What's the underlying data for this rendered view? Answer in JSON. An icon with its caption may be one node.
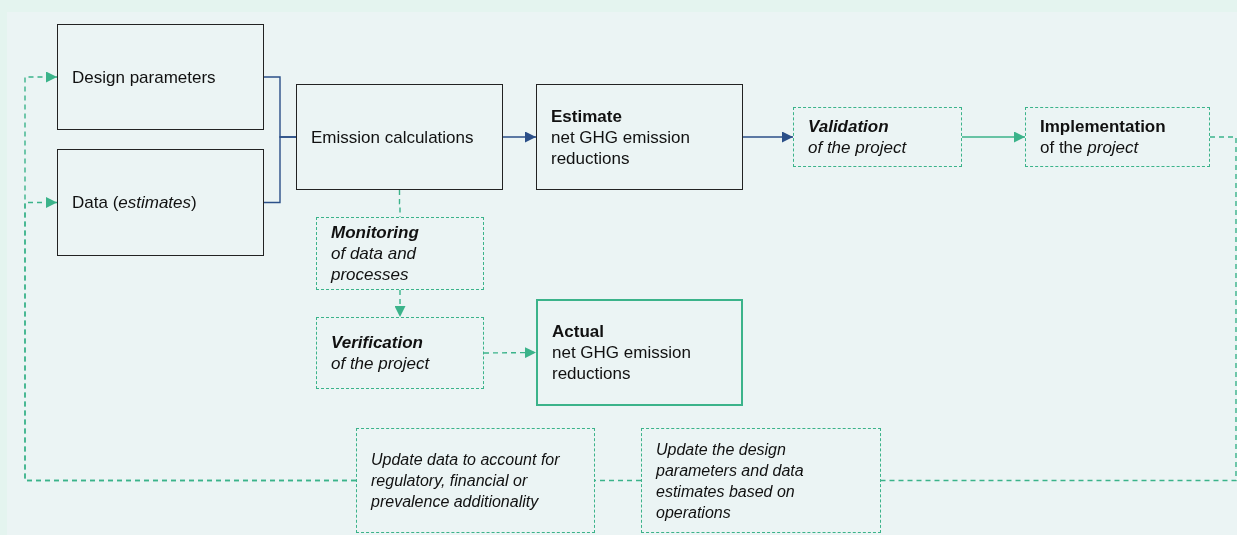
{
  "diagram": {
    "nodes": [
      {
        "text": [
          "Design parameters"
        ]
      },
      {
        "text": [
          "Data (*estimates*)"
        ]
      },
      {
        "text": [
          "Emission calculations"
        ]
      },
      {
        "text": [
          "Estimate",
          "net GHG emission reductions"
        ]
      },
      {
        "text": [
          "Validation",
          "of the project"
        ]
      },
      {
        "text": [
          "Implementation",
          "of the *project*"
        ]
      },
      {
        "text": [
          "Monitoring",
          "of data and processes"
        ]
      },
      {
        "text": [
          "Verification",
          "of the project"
        ]
      },
      {
        "text": [
          "Actual",
          "net GHG emission reductions"
        ]
      },
      {
        "text": [
          "Update data to account for regulatory, financial or prevalence additionality"
        ]
      },
      {
        "text": [
          "Update the design parameters and data estimates based on operations"
        ]
      }
    ],
    "edges": [
      {
        "from": 0,
        "to": 2,
        "arrow": "none",
        "color": "#2b4f88"
      },
      {
        "from": 1,
        "to": 2,
        "arrow": "none",
        "color": "#2b4f88"
      },
      {
        "from": 2,
        "to": 3,
        "arrow": "to",
        "color": "#2b4f88"
      },
      {
        "from": 3,
        "to": 4,
        "arrow": "to",
        "color": "#2b4f88"
      },
      {
        "from": 4,
        "to": 5,
        "arrow": "to"
      },
      {
        "from": 2,
        "to": 6,
        "arrow": "none",
        "style": "dashed"
      },
      {
        "from": 6,
        "to": 7,
        "arrow": "to",
        "style": "dashed"
      },
      {
        "from": 7,
        "to": 8,
        "arrow": "to",
        "style": "dashed"
      },
      {
        "from": 5,
        "to": 10,
        "arrow": "none",
        "style": "dashed"
      },
      {
        "from": 10,
        "to": 9,
        "arrow": "none",
        "style": "dashed"
      },
      {
        "from": 9,
        "to": 0,
        "arrow": "to",
        "style": "dashed"
      },
      {
        "from": 9,
        "to": 1,
        "arrow": "to",
        "style": "dashed"
      }
    ]
  }
}
